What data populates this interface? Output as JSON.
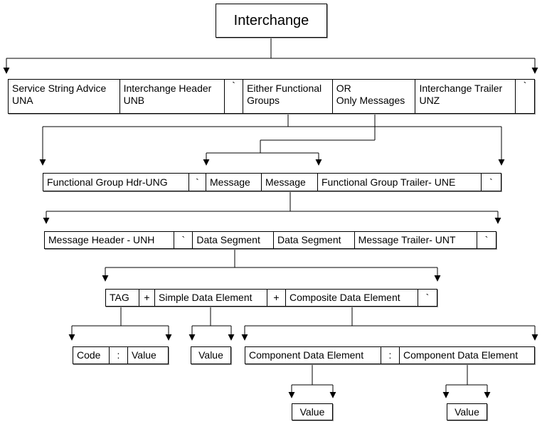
{
  "interchange": {
    "title": "Interchange"
  },
  "interchange_row": {
    "una_label": "Service String Advice\nUNA",
    "unb_label": "Interchange Header\nUNB",
    "sep1": "`",
    "groups_label": "Either Functional\nGroups",
    "messages_label": "OR\nOnly Messages",
    "unz_label": "Interchange Trailer\nUNZ",
    "sep2": "`"
  },
  "group_row": {
    "ung_label": "Functional Group Hdr-UNG",
    "sep1": "`",
    "message1_label": "Message",
    "message2_label": "Message",
    "une_label": "Functional Group Trailer- UNE",
    "sep2": "`"
  },
  "message_row": {
    "unh_label": "Message Header - UNH",
    "sep1": "`",
    "segment1_label": "Data Segment",
    "segment2_label": "Data Segment",
    "unt_label": "Message  Trailer- UNT",
    "sep2": "`"
  },
  "segment_row": {
    "tag_label": "TAG",
    "plus1": "+",
    "simple_label": "Simple Data Element",
    "plus2": "+",
    "composite_label": "Composite Data Element",
    "sep": "`"
  },
  "code_row": {
    "code_label": "Code",
    "colon": ":",
    "value_label": "Value"
  },
  "simple_value": {
    "value_label": "Value"
  },
  "component_row": {
    "component1_label": "Component Data Element",
    "colon": ":",
    "component2_label": "Component Data Element"
  },
  "component_values": {
    "value1_label": "Value",
    "value2_label": "Value"
  }
}
